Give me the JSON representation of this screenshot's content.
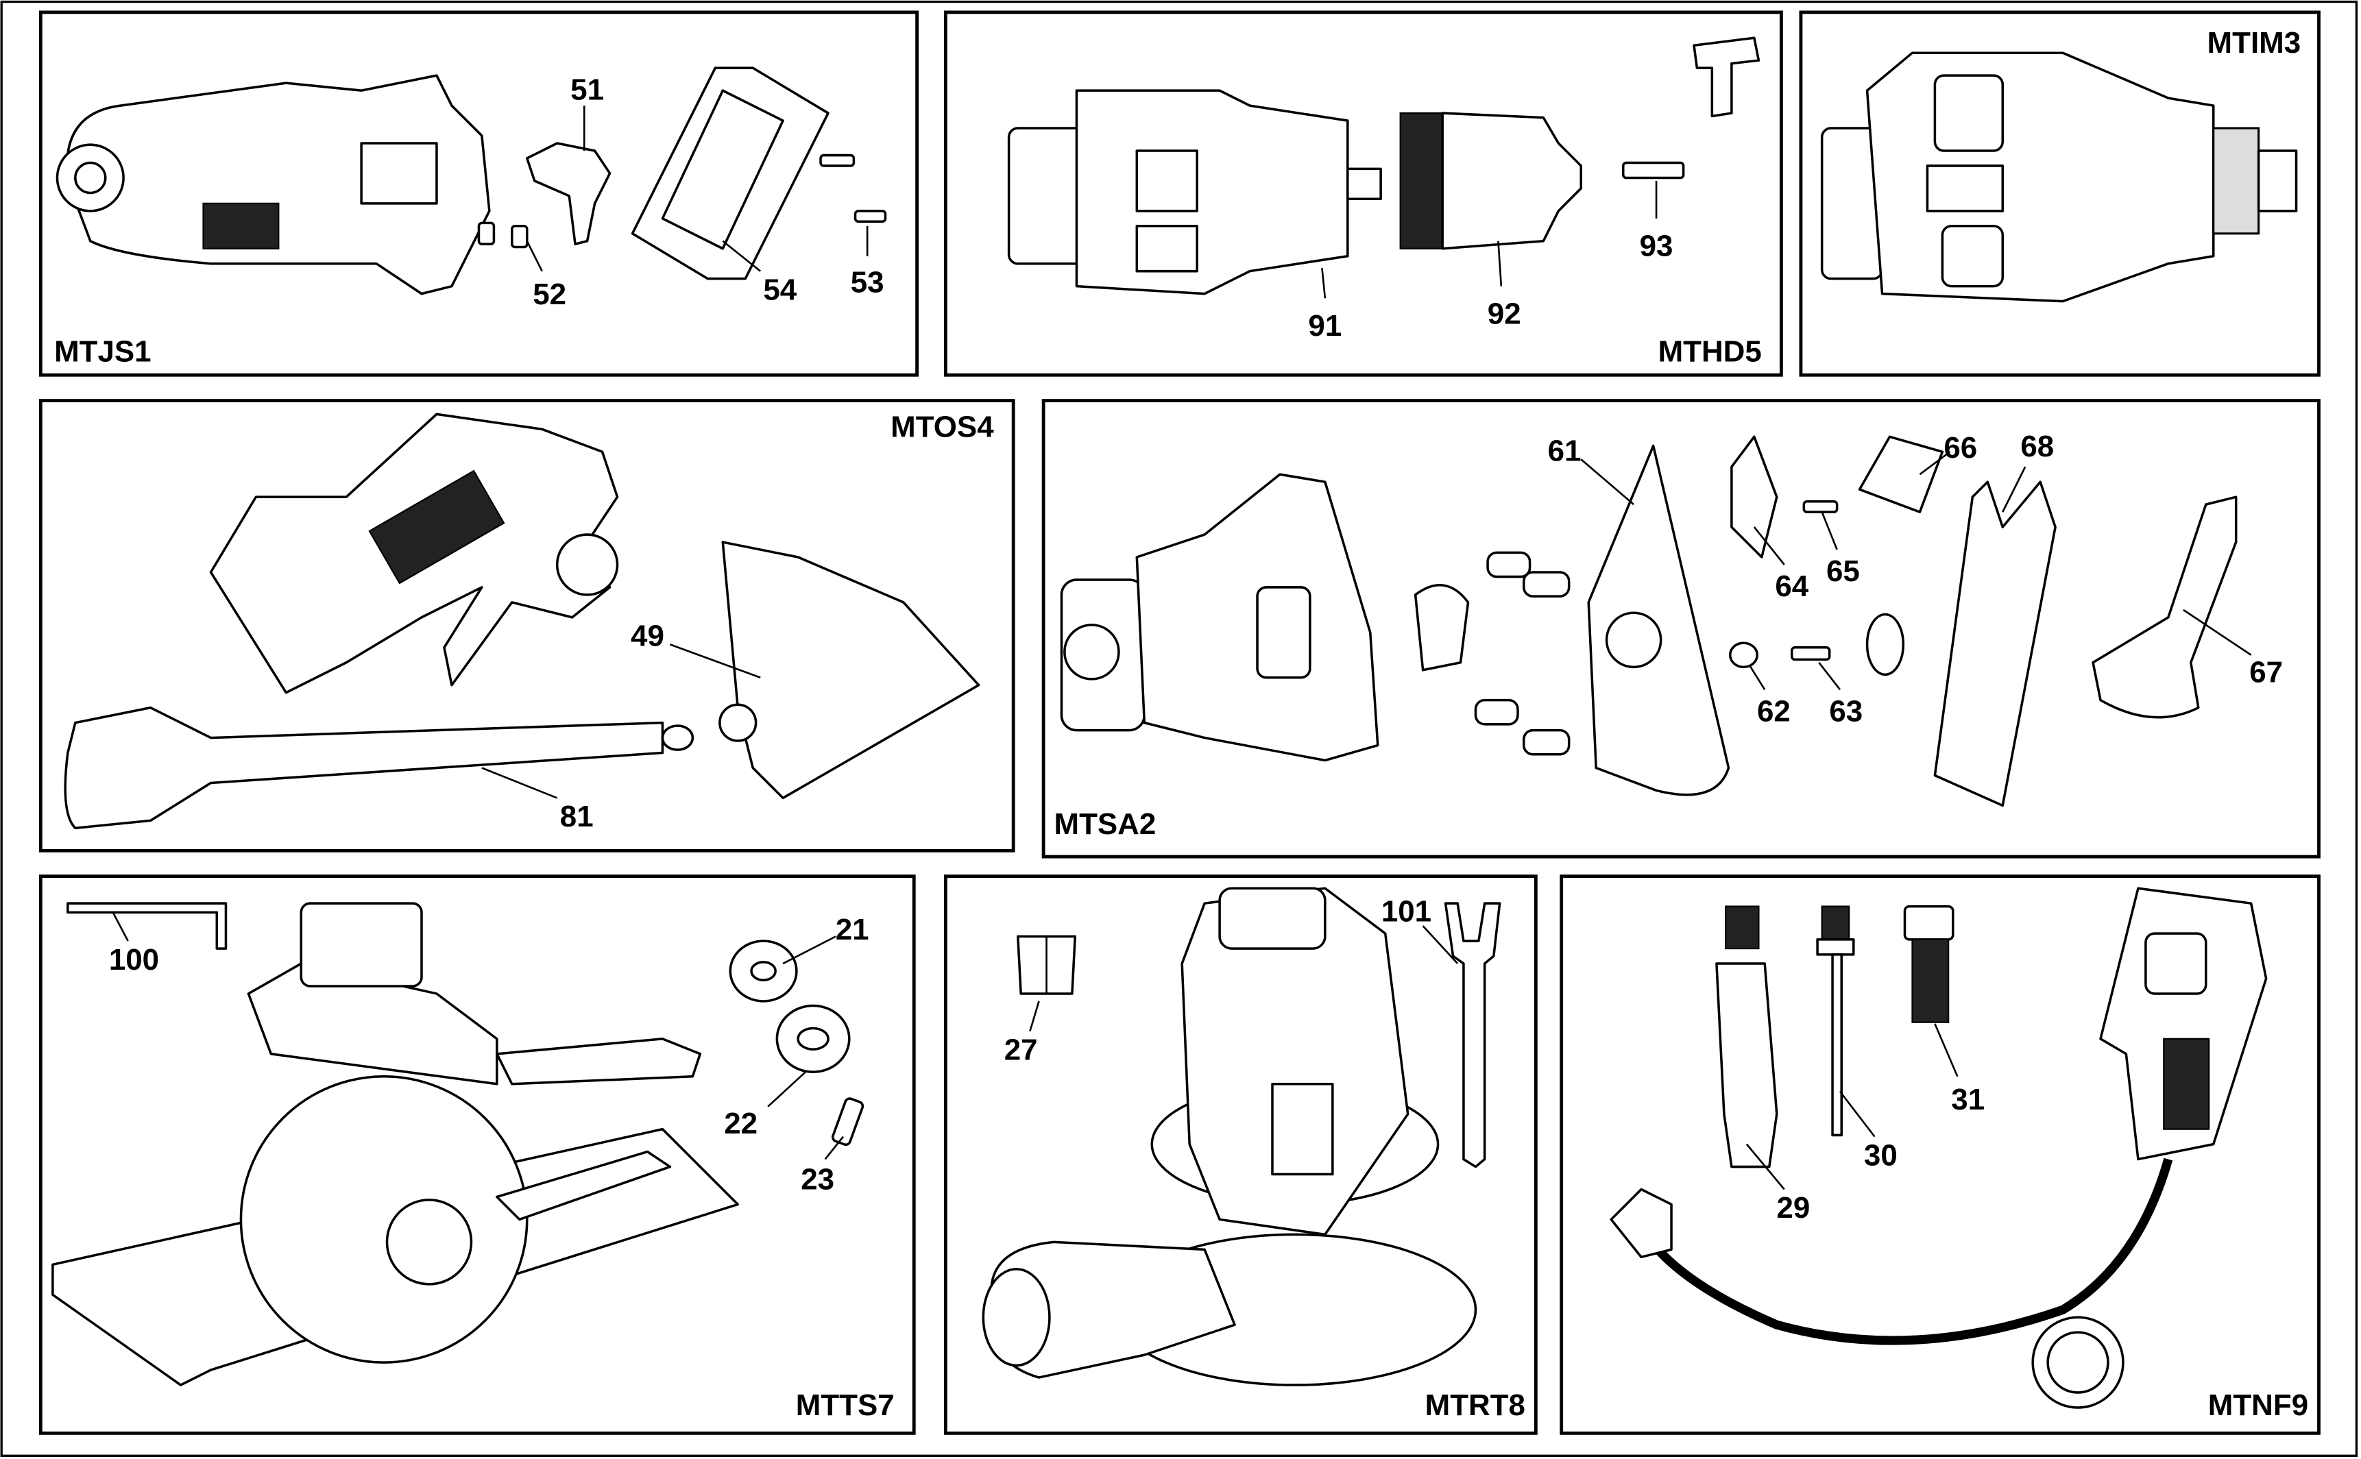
{
  "panels": {
    "mtjs1": {
      "title": "MTJS1",
      "callouts": [
        "51",
        "52",
        "54",
        "53"
      ]
    },
    "mthd5": {
      "title": "MTHD5",
      "callouts": [
        "91",
        "92",
        "93"
      ]
    },
    "mtim3": {
      "title": "MTIM3",
      "callouts": []
    },
    "mtos4": {
      "title": "MTOS4",
      "callouts": [
        "49",
        "81"
      ]
    },
    "mtsa2": {
      "title": "MTSA2",
      "callouts": [
        "61",
        "66",
        "68",
        "64",
        "65",
        "62",
        "63",
        "67"
      ]
    },
    "mtts7": {
      "title": "MTTS7",
      "callouts": [
        "100",
        "21",
        "22",
        "23"
      ]
    },
    "mtrt8": {
      "title": "MTRT8",
      "callouts": [
        "101",
        "27"
      ]
    },
    "mtnf9": {
      "title": "MTNF9",
      "callouts": [
        "31",
        "30",
        "29"
      ]
    }
  }
}
